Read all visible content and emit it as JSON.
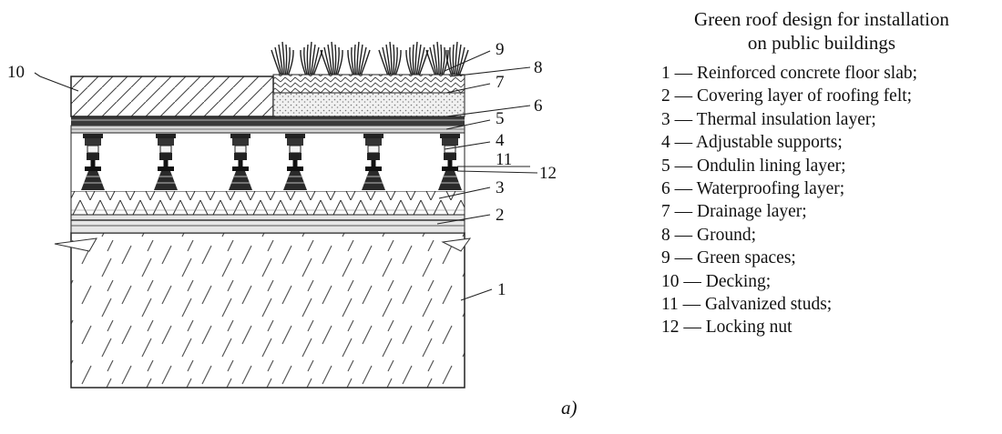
{
  "legend": {
    "title_line1": "Green roof design for installation",
    "title_line2": "on public buildings",
    "items": [
      {
        "num": "1",
        "text": "Reinforced concrete floor slab;"
      },
      {
        "num": "2",
        "text": "Covering layer of roofing felt;"
      },
      {
        "num": "3",
        "text": "Thermal insulation layer;"
      },
      {
        "num": "4",
        "text": "Adjustable supports;"
      },
      {
        "num": "5",
        "text": "Ondulin lining layer;"
      },
      {
        "num": "6",
        "text": "Waterproofing layer;"
      },
      {
        "num": "7",
        "text": "Drainage layer;"
      },
      {
        "num": "8",
        "text": "Ground;"
      },
      {
        "num": "9",
        "text": "Green spaces;"
      },
      {
        "num": "10",
        "text": "Decking;"
      },
      {
        "num": "11",
        "text": "Galvanized studs;"
      },
      {
        "num": "12",
        "text": "Locking nut"
      }
    ],
    "separator": "—"
  },
  "callouts": {
    "c1": "1",
    "c2": "2",
    "c3": "3",
    "c4": "4",
    "c5": "5",
    "c6": "6",
    "c7": "7",
    "c8": "8",
    "c9": "9",
    "c10": "10",
    "c11": "11",
    "c12": "12"
  },
  "caption": "a)"
}
